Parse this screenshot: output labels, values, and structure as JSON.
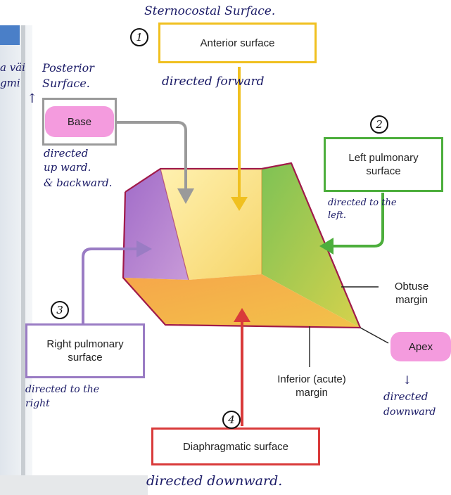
{
  "labels": {
    "anterior": "Anterior surface",
    "base": "Base",
    "left_pulmonary": "Left pulmonary surface",
    "obtuse": "Obtuse margin",
    "apex": "Apex",
    "right_pulmonary": "Right pulmonary surface",
    "inferior": "Inferior (acute) margin",
    "diaphragmatic": "Diaphragmatic surface"
  },
  "handwriting": {
    "sternocostal": "Sternocostal Surface.",
    "anterior_note": "directed forward",
    "posterior_prefix": "a väi",
    "posterior": "Posterior",
    "surface_prefix": "gmi",
    "surface": "Surface.",
    "base_note_1": "directed",
    "base_note_2": "up ward.",
    "base_note_3": "& backward.",
    "left_note_1": "directed to the",
    "left_note_2": "left.",
    "right_note_1": "directed to the",
    "right_note_2": "right",
    "apex_note_1": "directed",
    "apex_note_2": "downward",
    "diaphragm_note": "directed downward."
  },
  "numbers": [
    "1",
    "2",
    "3",
    "4"
  ],
  "colors": {
    "anterior": "#f0c020",
    "left": "#4cae3c",
    "right": "#9a7cc4",
    "diaphragm": "#d93a3a",
    "base_arrow": "#9a9a9a",
    "pill": "#f49bde"
  }
}
